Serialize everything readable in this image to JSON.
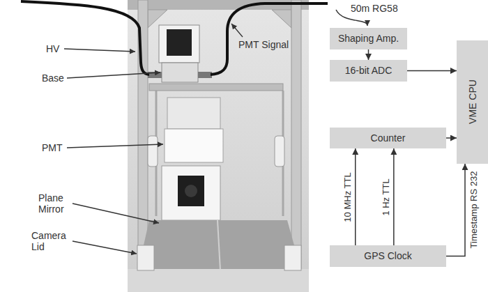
{
  "diagram": {
    "nodes": [
      {
        "text": [
          "Shaping Amp."
        ]
      },
      {
        "text": [
          "16-bit ADC"
        ]
      },
      {
        "text": [
          "VME CPU"
        ]
      },
      {
        "text": [
          "Counter"
        ]
      },
      {
        "text": [
          "GPS Clock"
        ]
      }
    ],
    "edges": [
      {
        "from": 0,
        "to": 1,
        "arrow": "to"
      },
      {
        "from": 1,
        "to": 2,
        "arrow": "to"
      },
      {
        "from": 3,
        "to": 2,
        "arrow": "to"
      },
      {
        "from": 4,
        "to": 3,
        "label": "10 MHz TTL",
        "arrow": "to"
      },
      {
        "from": 4,
        "to": 3,
        "label": "1 Hz TTL",
        "arrow": "to"
      },
      {
        "from": 4,
        "to": 2,
        "label": "Timestamp RS 232",
        "arrow": "to"
      }
    ],
    "labels": [
      "50m RG58",
      "HV",
      "Base",
      "PMT",
      "Plane Mirror",
      "Camera Lid",
      "PMT Signal"
    ]
  }
}
